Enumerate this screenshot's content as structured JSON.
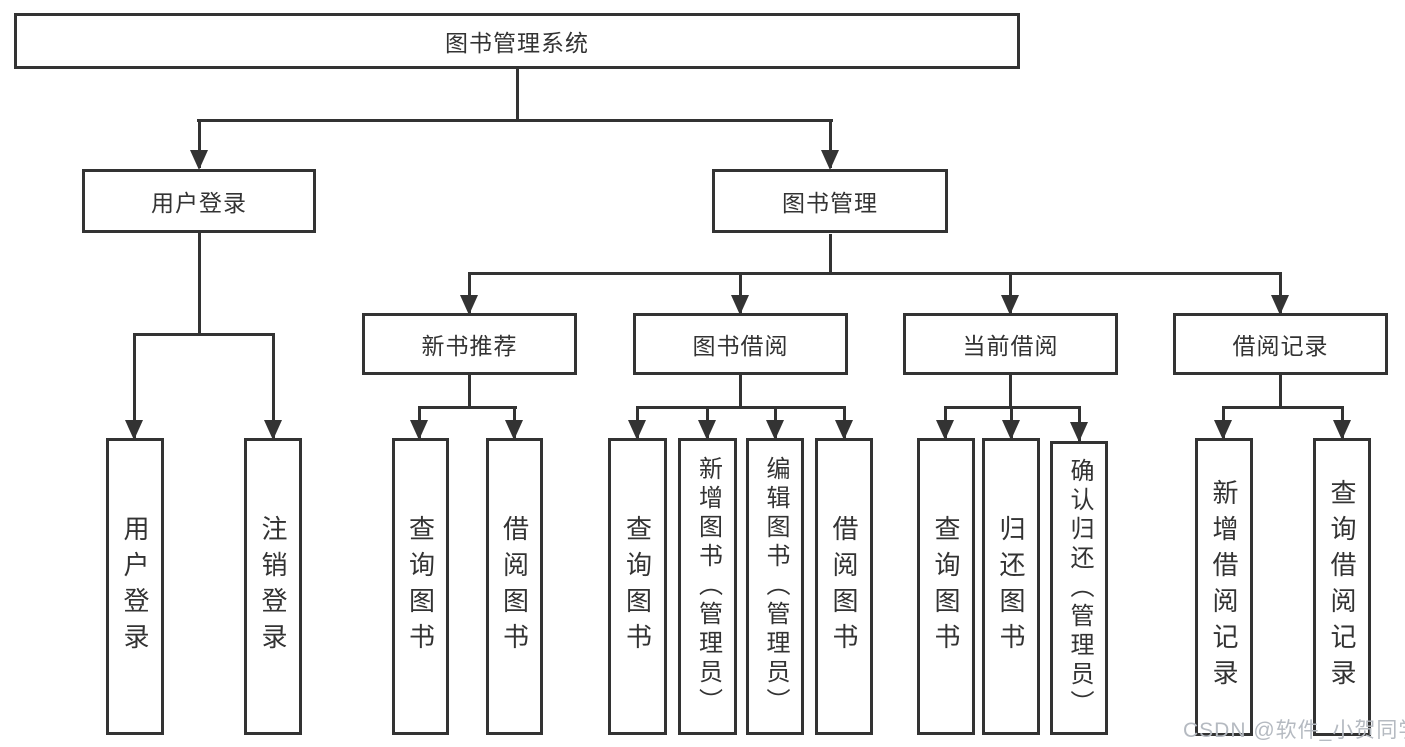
{
  "title": "图书管理系统",
  "branches": [
    {
      "label": "用户登录"
    },
    {
      "label": "图书管理"
    }
  ],
  "modules": [
    {
      "label": "新书推荐"
    },
    {
      "label": "图书借阅"
    },
    {
      "label": "当前借阅"
    },
    {
      "label": "借阅记录"
    }
  ],
  "leaves": {
    "login": [
      {
        "label": "用户登录"
      },
      {
        "label": "注销登录"
      }
    ],
    "newbook": [
      {
        "label": "查询图书"
      },
      {
        "label": "借阅图书"
      }
    ],
    "borrow": [
      {
        "label": "查询图书"
      },
      {
        "label": "新增图书（管理员）"
      },
      {
        "label": "编辑图书（管理员）"
      },
      {
        "label": "借阅图书"
      }
    ],
    "current": [
      {
        "label": "查询图书"
      },
      {
        "label": "归还图书"
      },
      {
        "label": "确认归还（管理员）"
      }
    ],
    "records": [
      {
        "label": "新增借阅记录"
      },
      {
        "label": "查询借阅记录"
      }
    ]
  },
  "watermark": "CSDN @软件_小贺同学",
  "colors": {
    "line": "#333333",
    "text": "#333333",
    "background": "#ffffff",
    "watermark": "#b5bac1"
  }
}
